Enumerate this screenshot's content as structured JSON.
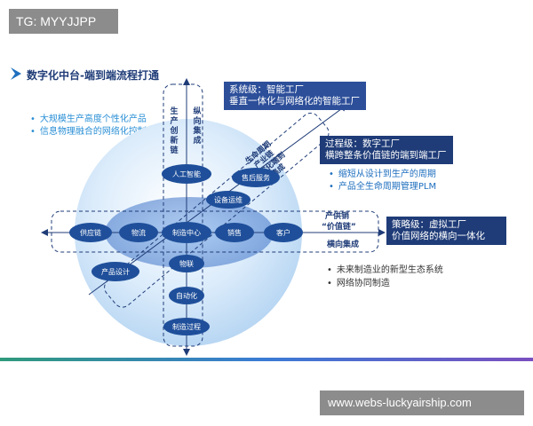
{
  "watermark_top": "TG: MYYJJPP",
  "watermark_bottom": "www.webs-luckyairship.com",
  "title": "数字化中台-端到端流程打通",
  "left_bullets": [
    "大规模生产高度个性化产品",
    "信息物理融合的网络化控制"
  ],
  "vertical_axis": {
    "col1": [
      "生",
      "产",
      "创",
      "新",
      "链"
    ],
    "col2": [
      "纵",
      "向",
      "集",
      "成"
    ],
    "nodes": [
      "人工智能",
      "物联",
      "自动化",
      "制造过程"
    ]
  },
  "horizontal_axis": {
    "nodes": [
      "供应链",
      "物流",
      "制造中心",
      "销售",
      "客户"
    ],
    "label_top": "产供销",
    "label_mid": "“价值链”",
    "label_bottom": "横向集成"
  },
  "diagonal": {
    "label": [
      "生命周期",
      "产业链",
      "数字化端到",
      "端集成"
    ],
    "nodes": [
      "售后服务",
      "设备运维",
      "产品设计"
    ]
  },
  "callouts": {
    "system": {
      "line1": "系统级：智能工厂",
      "line2": "垂直一体化与网络化的智能工厂"
    },
    "process": {
      "line1": "过程级：数字工厂",
      "line2": "横跨整条价值链的端到端工厂"
    },
    "strategy": {
      "line1": "策略级：虚拟工厂",
      "line2": "价值网络的横向一体化"
    }
  },
  "process_bullets": [
    "缩短从设计到生产的周期",
    "产品全生命周期管理PLM"
  ],
  "strategy_bullets": [
    "未来制造业的新型生态系统",
    "网络协同制造"
  ],
  "colors": {
    "dark_blue": "#1f3c78",
    "node_blue": "#1f4f9a",
    "accent_blue": "#2a8fd6",
    "sphere_light": "#d9ecfb"
  }
}
